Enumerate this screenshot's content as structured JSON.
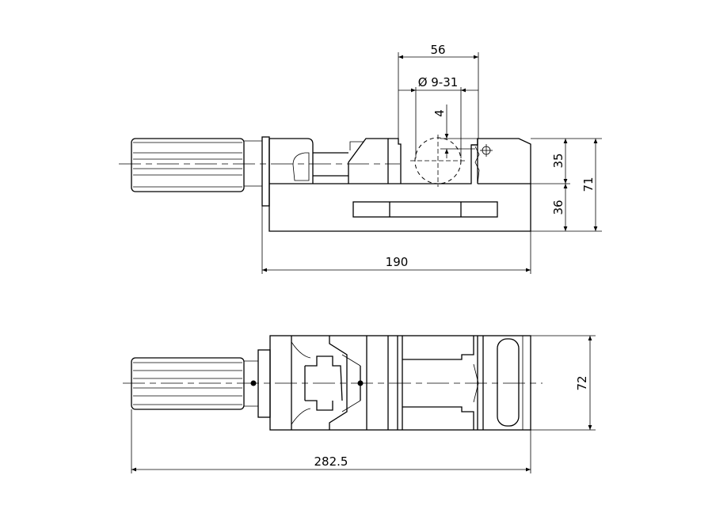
{
  "dimensions": {
    "jaw_width": "56",
    "clamp_diameter": "Ø 9-31",
    "offset": "4",
    "upper_height": "35",
    "lower_height": "36",
    "total_height": "71",
    "body_length": "190",
    "width": "72",
    "overall_length": "282.5"
  },
  "colors": {
    "line": "#000000",
    "background": "#ffffff"
  }
}
